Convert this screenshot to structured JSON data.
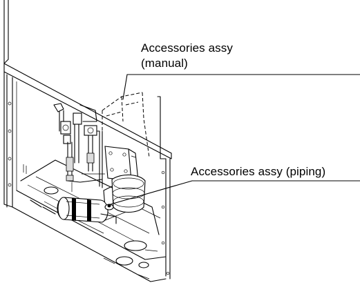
{
  "callouts": {
    "manual_line1": "Accessories assy",
    "manual_line2": "(manual)",
    "piping": "Accessories assy (piping)"
  }
}
